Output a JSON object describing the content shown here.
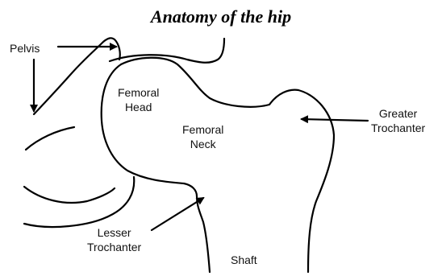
{
  "title": "Anatomy of the hip",
  "labels": {
    "pelvis": "Pelvis",
    "femoral_head": [
      "Femoral",
      "Head"
    ],
    "femoral_neck": [
      "Femoral",
      "Neck"
    ],
    "greater_trochanter": [
      "Greater",
      "Trochanter"
    ],
    "lesser_trochanter": [
      "Lesser",
      "Trochanter"
    ],
    "shaft": "Shaft"
  }
}
